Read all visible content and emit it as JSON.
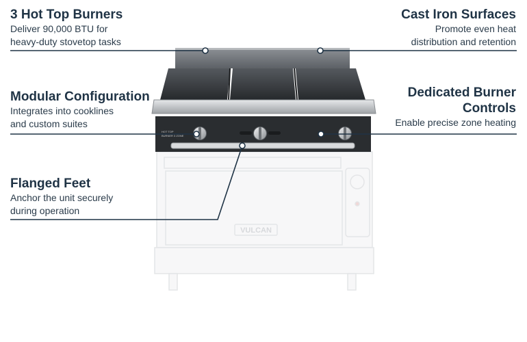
{
  "features": [
    {
      "title": "3 Hot Top Burners",
      "desc_lines": [
        "Deliver 90,000 BTU for",
        "heavy-duty stovetop tasks"
      ]
    },
    {
      "title": "Cast Iron Surfaces",
      "desc_lines": [
        "Promote even heat",
        "distribution and retention"
      ]
    },
    {
      "title": "Modular Configuration",
      "desc_lines": [
        "Integrates into cooklines",
        "and custom suites"
      ]
    },
    {
      "title_lines": [
        "Dedicated Burner",
        "Controls"
      ],
      "desc_lines": [
        "Enable precise zone heating"
      ]
    },
    {
      "title": "Flanged Feet",
      "desc_lines": [
        "Anchor the unit securely",
        "during operation"
      ]
    }
  ],
  "product": {
    "brand": "VULCAN",
    "control_label_lines": [
      "HOT TOP",
      "BURNER 3 ZONE"
    ]
  },
  "colors": {
    "text": "#1f3345",
    "leader": "#1f3345",
    "steel_dark": "#2b2f33",
    "steel_light": "#c7cacd"
  }
}
